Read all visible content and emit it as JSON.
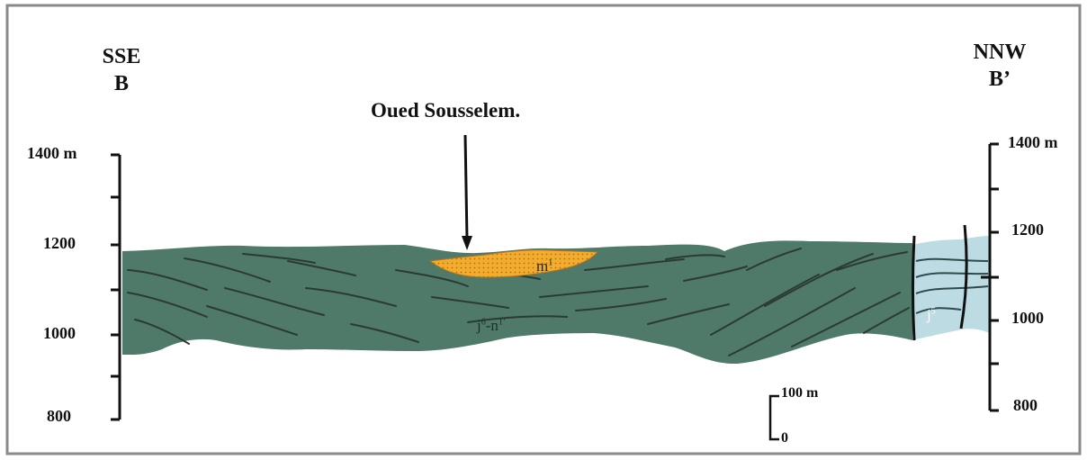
{
  "left_direction": "SSE",
  "left_point": "B",
  "right_direction": "NNW",
  "right_point": "B’",
  "location_label": "Oued Sousselem.",
  "left_scale": {
    "top": "1400 m",
    "mid": "1200",
    "low": "1000",
    "bottom": "800"
  },
  "right_scale": {
    "top": "1400 m",
    "mid": "1200",
    "low": "1000",
    "bottom": "800"
  },
  "scale_bar": {
    "top": "100 m",
    "bottom": "0"
  },
  "formations": {
    "upper": "m",
    "upper_sup": "1",
    "main": "j",
    "main_sup": "6",
    "main_tail": "-n",
    "main_tail_sup": "1’",
    "right_block": "j",
    "right_block_sup": "5"
  },
  "colors": {
    "main_unit": "#4f7a6a",
    "upper_lens": "#f2ad2f",
    "right_block": "#bcdbe2",
    "bedding": "#2b3a34"
  }
}
